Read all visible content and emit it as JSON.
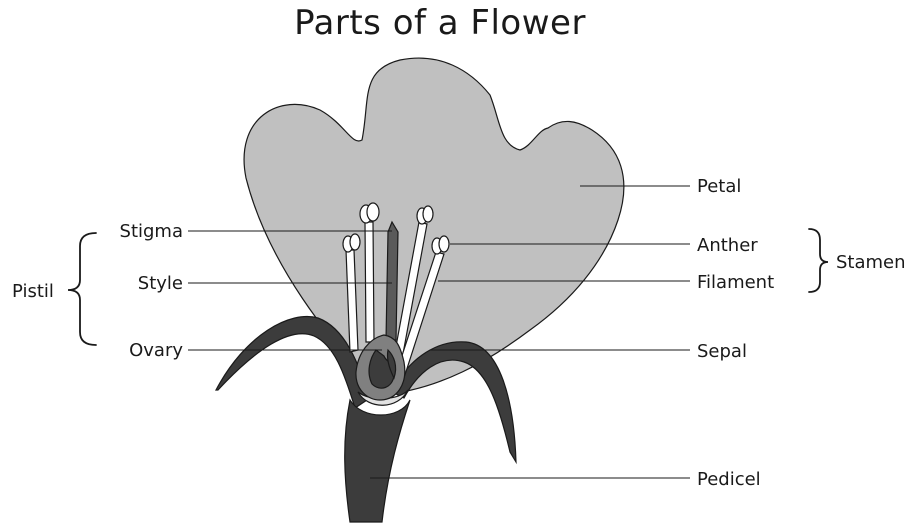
{
  "title": "Parts of a Flower",
  "labels": {
    "petal": "Petal",
    "anther": "Anther",
    "filament": "Filament",
    "sepal": "Sepal",
    "pedicel": "Pedicel",
    "stigma": "Stigma",
    "style": "Style",
    "ovary": "Ovary"
  },
  "groups": {
    "stamen": "Stamen",
    "pistil": "Pistil"
  },
  "colors": {
    "petal_fill": "#c0c0c0",
    "sepal_stem_fill": "#3c3c3c",
    "style_fill": "#5a5a5a",
    "ovary_fill": "#808080",
    "stamen_fill": "#ffffff",
    "outline": "#1a1a1a"
  }
}
